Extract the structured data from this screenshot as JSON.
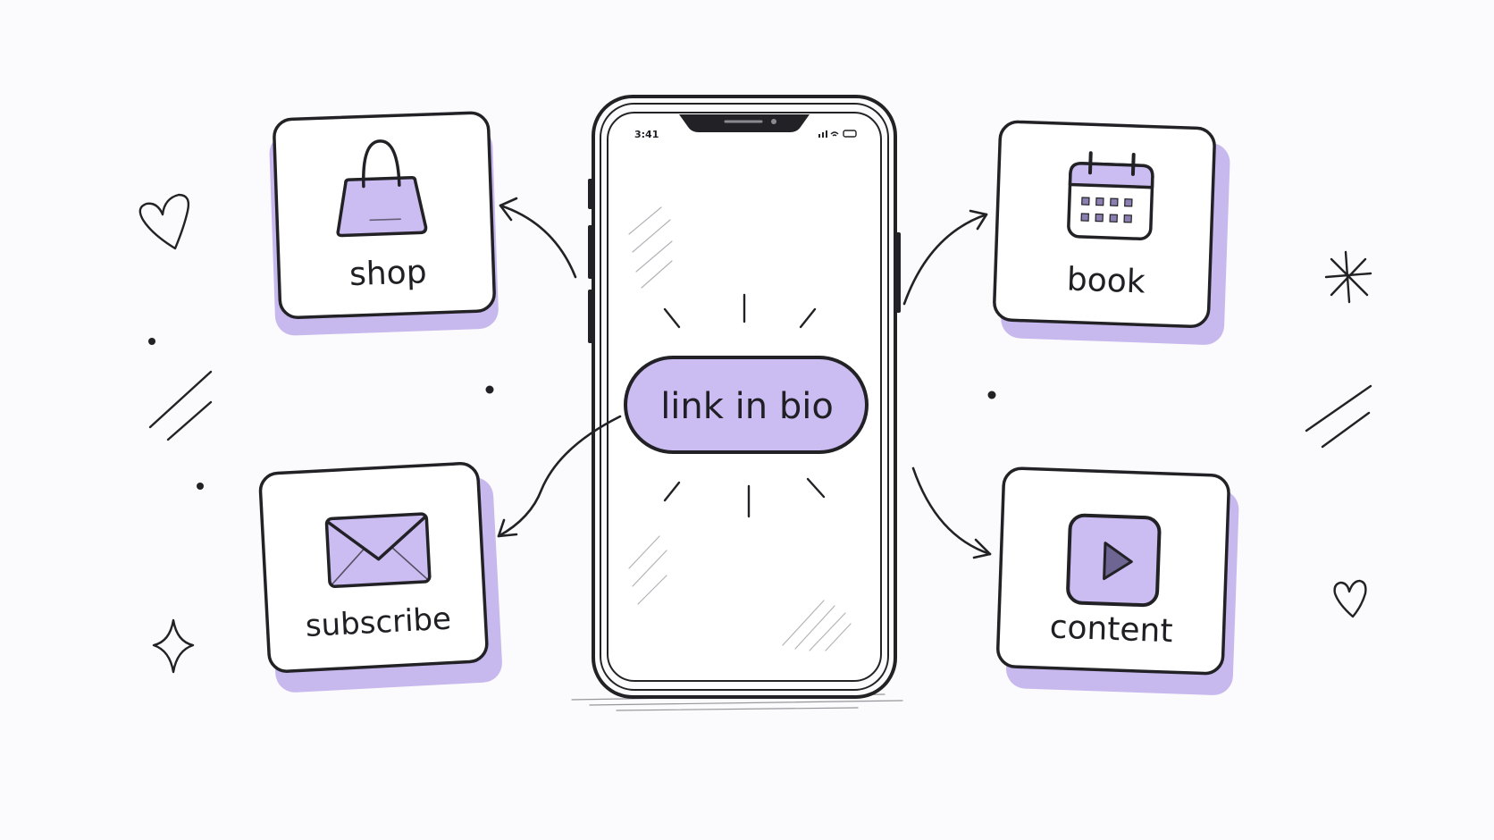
{
  "phone": {
    "status_time": "3:41",
    "center_label": "link in bio"
  },
  "cards": {
    "shop": {
      "label": "shop",
      "icon": "shopping-bag-icon"
    },
    "book": {
      "label": "book",
      "icon": "calendar-icon"
    },
    "subscribe": {
      "label": "subscribe",
      "icon": "envelope-icon"
    },
    "content": {
      "label": "content",
      "icon": "play-button-icon"
    }
  },
  "colors": {
    "accent": "#cbbcf2",
    "accent_shadow": "#c7b8ee",
    "ink": "#222226",
    "background": "#fbfafc"
  }
}
